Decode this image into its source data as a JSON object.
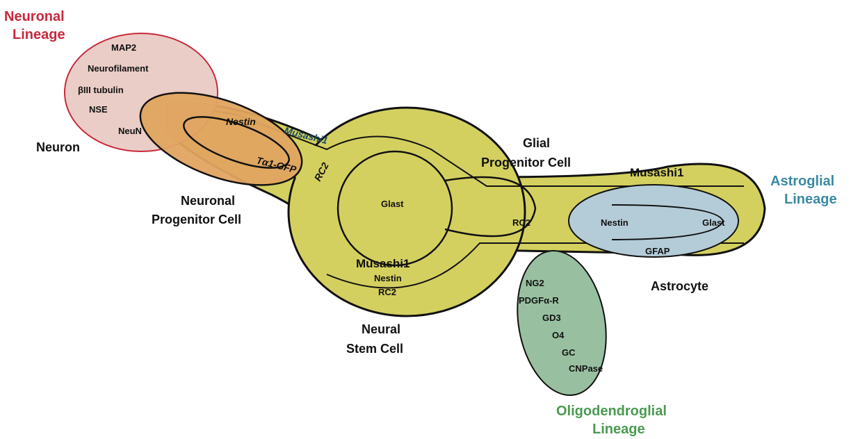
{
  "lineages": {
    "neuronal": {
      "line1": "Neuronal",
      "line2": "Lineage",
      "color": "#c8283c"
    },
    "astroglial": {
      "line1": "Astroglial",
      "line2": "Lineage",
      "color": "#3a8aa0"
    },
    "oligodendroglial": {
      "line1": "Oligodendroglial",
      "line2": "Lineage",
      "color": "#4a9a50"
    }
  },
  "cells": {
    "neuron": "Neuron",
    "neuronal_progenitor": {
      "line1": "Neuronal",
      "line2": "Progenitor Cell"
    },
    "glial_progenitor": {
      "line1": "Glial",
      "line2": "Progenitor Cell"
    },
    "neural_stem": {
      "line1": "Neural",
      "line2": "Stem Cell"
    },
    "astrocyte": "Astrocyte"
  },
  "markers": {
    "neuron": [
      "MAP2",
      "Neurofilament",
      "βIII tubulin",
      "NSE",
      "NeuN"
    ],
    "neuronal_progenitor": {
      "nestin": "Nestin",
      "musashi": "Musashi1",
      "ta1": "Tα1-GFP",
      "rc2": "RC2"
    },
    "stem": {
      "glast": "Glast",
      "musashi": "Musashi1",
      "nestin": "Nestin",
      "rc2": "RC2"
    },
    "glial_progenitor": {
      "rc2": "RC2"
    },
    "astrocyte": {
      "musashi": "Musashi1",
      "nestin": "Nestin",
      "glast": "Glast",
      "gfap": "GFAP"
    },
    "oligodendrocyte": [
      "NG2",
      "PDGFα-R",
      "GD3",
      "O4",
      "GC",
      "CNPase"
    ]
  },
  "colors": {
    "stem_fill": "#d4d060",
    "neuron_fill": "#e8c8c0",
    "neuronal_progenitor_fill": "#e0a460",
    "astrocyte_fill": "#b4ccd8",
    "oligo_fill": "#98c0a0",
    "outline": "#111111"
  }
}
